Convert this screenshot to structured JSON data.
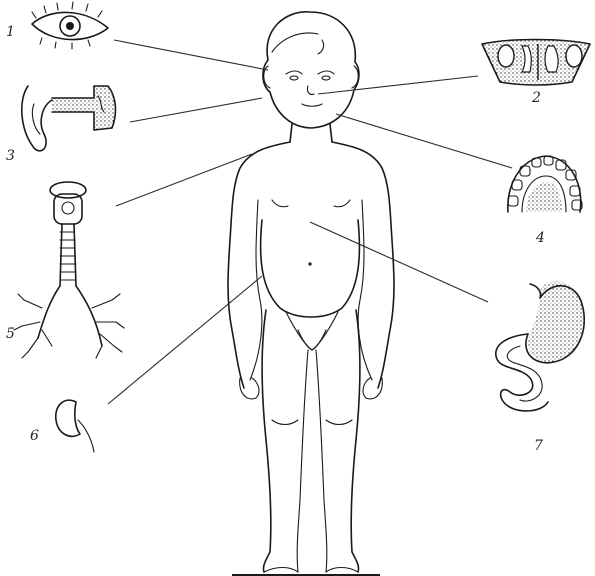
{
  "labels": [
    {
      "id": "eye",
      "number": "1"
    },
    {
      "id": "nasal-cavity",
      "number": "2"
    },
    {
      "id": "ear",
      "number": "3"
    },
    {
      "id": "teeth",
      "number": "4"
    },
    {
      "id": "respiratory-tract",
      "number": "5"
    },
    {
      "id": "kidney",
      "number": "6"
    },
    {
      "id": "stomach-intestine",
      "number": "7"
    }
  ],
  "colors": {
    "ink": "#1a1a1a",
    "background": "#ffffff"
  }
}
